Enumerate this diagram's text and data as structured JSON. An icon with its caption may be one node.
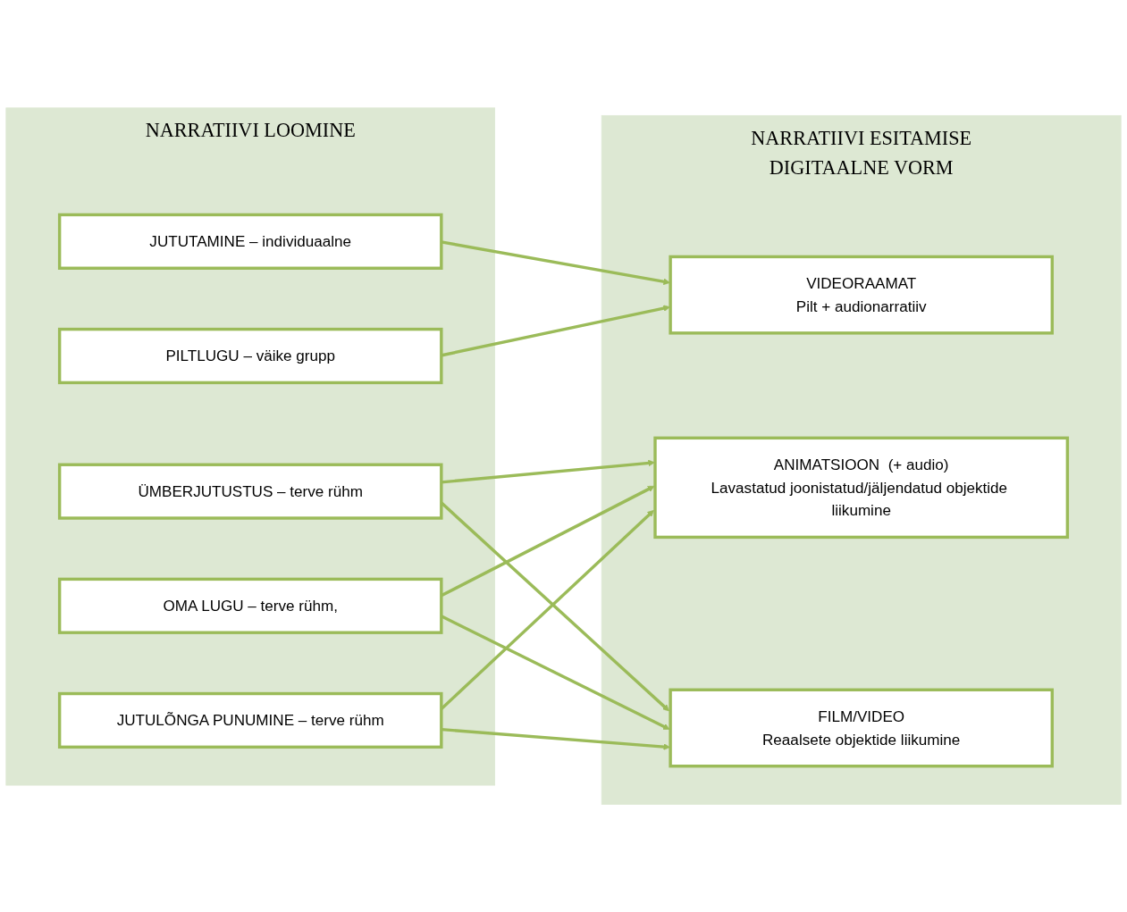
{
  "diagram": {
    "nodes": [
      {
        "text": [
          "NARRATIIVI LOOMINE"
        ]
      },
      {
        "text": [
          "JUTUTAMINE – individuaalne"
        ],
        "in": 0
      },
      {
        "text": [
          "PILTLUGU – väike grupp"
        ],
        "in": 0
      },
      {
        "text": [
          "ÜMBERJUTUSTUS – terve rühm"
        ],
        "in": 0
      },
      {
        "text": [
          "OMA LUGU – terve rühm,"
        ],
        "in": 0
      },
      {
        "text": [
          "JUTULÕNGA PUNUMINE – terve rühm"
        ],
        "in": 0
      },
      {
        "text": [
          "NARRATIIVI ESITAMISE DIGITAALNE VORM"
        ]
      },
      {
        "text": [
          "VIDEORAAMAT",
          "Pilt + audionarratiiv"
        ],
        "in": 6
      },
      {
        "text": [
          "ANIMATSIOON  (+ audio)",
          "Lavastatud joonistatud/jäljendatud objektide liikumine"
        ],
        "in": 6
      },
      {
        "text": [
          "FILM/VIDEO",
          "Reaalsete objektide liikumine"
        ],
        "in": 6
      }
    ],
    "edges": [
      {
        "from": 1,
        "to": 7,
        "arrow": "to"
      },
      {
        "from": 2,
        "to": 7,
        "arrow": "to"
      },
      {
        "from": 3,
        "to": 8,
        "arrow": "to"
      },
      {
        "from": 3,
        "to": 9,
        "arrow": "to"
      },
      {
        "from": 4,
        "to": 8,
        "arrow": "to"
      },
      {
        "from": 4,
        "to": 9,
        "arrow": "to"
      },
      {
        "from": 5,
        "to": 8,
        "arrow": "to"
      },
      {
        "from": 5,
        "to": 9,
        "arrow": "to"
      }
    ]
  }
}
